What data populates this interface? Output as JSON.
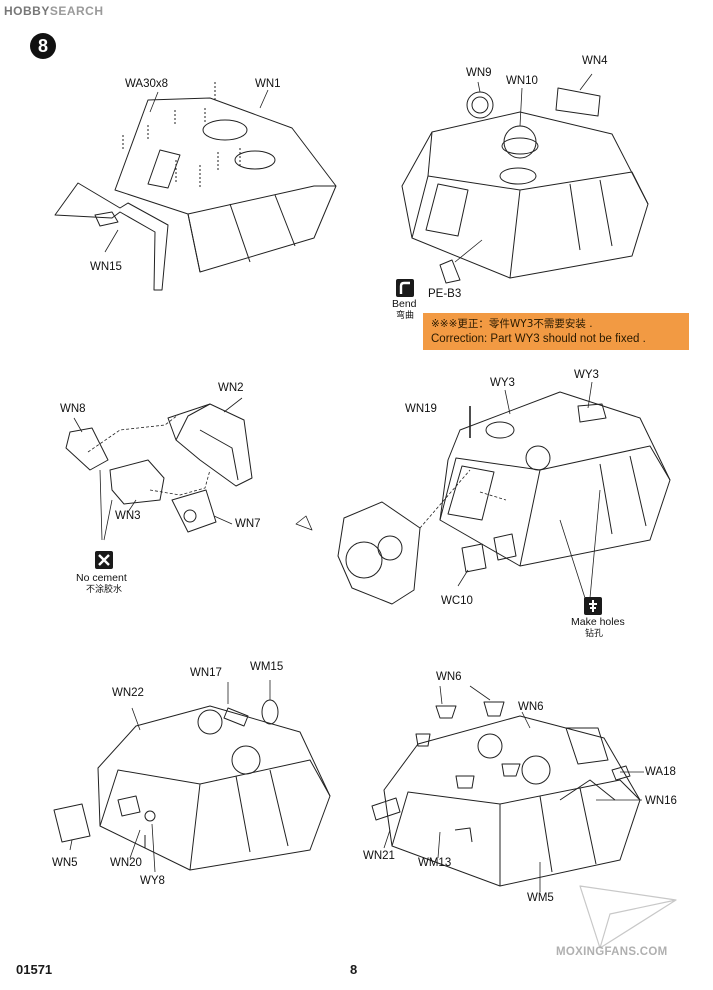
{
  "watermark_top": {
    "brand": "HOBBY",
    "word": "SEARCH"
  },
  "watermark_bottom": "MOXINGFANS.COM",
  "step_number": "8",
  "labels": {
    "wa30x8": "WA30x8",
    "wn1": "WN1",
    "wn15": "WN15",
    "wn9": "WN9",
    "wn10": "WN10",
    "wn4": "WN4",
    "pe_b3": "PE-B3",
    "wn8": "WN8",
    "wn2": "WN2",
    "wn3": "WN3",
    "wn7": "WN7",
    "wy3_left": "WY3",
    "wy3_right": "WY3",
    "wn19": "WN19",
    "wc10": "WC10",
    "wn22": "WN22",
    "wn17": "WN17",
    "wm15": "WM15",
    "wn5": "WN5",
    "wn20": "WN20",
    "wy8": "WY8",
    "wn6_top": "WN6",
    "wn6_mid": "WN6",
    "wa18": "WA18",
    "wn16": "WN16",
    "wn21": "WN21",
    "wm13": "WM13",
    "wm5": "WM5"
  },
  "icons": {
    "bend": {
      "name": "bend-icon",
      "en": "Bend",
      "zh": "弯曲"
    },
    "no_cement": {
      "name": "no-cement-icon",
      "en": "No cement",
      "zh": "不涂胶水"
    },
    "make_holes": {
      "name": "drill-icon",
      "en": "Make holes",
      "zh": "钻孔"
    }
  },
  "correction": {
    "zh": "※※※更正：零件WY3不需要安装 .",
    "en": "Correction: Part WY3 should not be fixed .",
    "color": "#f29a43"
  },
  "footer": {
    "code": "01571",
    "page": "8"
  }
}
